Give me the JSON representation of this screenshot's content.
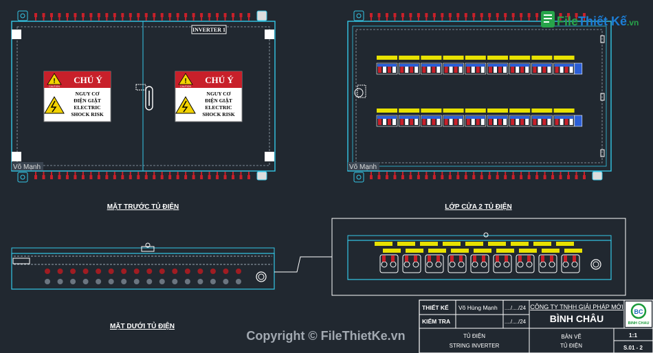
{
  "colors": {
    "background": "#212830",
    "cabinet_outline": "#35c8e8",
    "terminal_red": "#c8202a",
    "warning_yellow": "#f2d200",
    "label_yellow": "#e8e200",
    "breaker_blue": "#2c5fd6",
    "watermark_green": "#27a44a"
  },
  "watermark": {
    "brand_part1": "File",
    "brand_part2": "Thiết Kế",
    "brand_part3": ".vn"
  },
  "front_view": {
    "caption": "MẶT TRƯỚC TỦ ĐIỆN",
    "inverter_tag": "INVERTER 1",
    "author_tag": "Võ Mạnh",
    "sign_left": {
      "header": "CHÚ Ý",
      "small": "CAUTION",
      "lines": [
        "NGUY CƠ",
        "ĐIỆN GIẬT",
        "ELECTRIC",
        "SHOCK RISK"
      ]
    },
    "sign_right": {
      "header": "CHÚ Ý",
      "small": "CAUTION",
      "lines": [
        "NGUY CƠ",
        "ĐIỆN GIẬT",
        "ELECTRIC",
        "SHOCK RISK"
      ]
    }
  },
  "door_view": {
    "caption": "LỚP CỬA 2 TỦ ĐIỆN",
    "author_tag": "Võ Mạnh"
  },
  "bottom_view": {
    "caption": "MẶT DƯỚI TỦ ĐIỆN"
  },
  "title_block": {
    "designer_label": "THIẾT KẾ",
    "designer_name": "Võ Hùng Mạnh",
    "designer_date": "..../..../24",
    "checker_label": "KIỂM TRA",
    "checker_date": "..../..../24",
    "company_line": "CÔNG TY TNHH GIẢI PHÁP MỚI",
    "company_name": "BÌNH CHÂU",
    "logo_text": "BINH CHAU",
    "project_line1": "TỦ ĐIỆN",
    "project_line2": "STRING INVERTER",
    "drawing_line1": "BẢN VẼ",
    "drawing_line2": "TỦ ĐIỆN",
    "scale": "1:1",
    "sheet": "S.01 - 2"
  },
  "copyright": "Copyright © FileThietKe.vn"
}
